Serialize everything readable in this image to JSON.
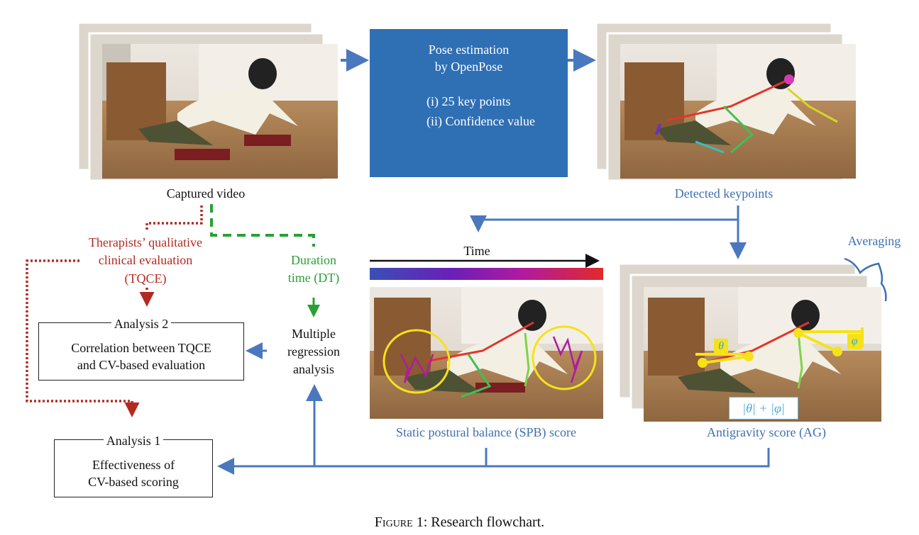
{
  "labels": {
    "captured_video": "Captured video",
    "detected_keypoints": "Detected keypoints",
    "tqce_line1": "Therapists’ qualitative",
    "tqce_line2": "clinical evaluation",
    "tqce_line3": "(TQCE)",
    "dt_line1": "Duration",
    "dt_line2": "time (DT)",
    "mra_line1": "Multiple",
    "mra_line2": "regression",
    "mra_line3": "analysis",
    "time": "Time",
    "averaging": "Averaging",
    "spb": "Static postural balance (SPB) score",
    "ag": "Antigravity score (AG)",
    "angle_sum": "|θ| + |φ|",
    "theta": "θ",
    "phi": "φ"
  },
  "pose_box": {
    "title_line1": "Pose estimation",
    "title_line2": "by OpenPose",
    "item1": "(i) 25 key points",
    "item2": "(ii) Confidence value"
  },
  "analysis2": {
    "title": "Analysis 2",
    "line1": "Correlation between TQCE",
    "line2": "and CV-based evaluation"
  },
  "analysis1": {
    "title": "Analysis 1",
    "line1": "Effectiveness of",
    "line2": "CV-based scoring"
  },
  "caption": {
    "prefix": "Figure 1",
    "text": ": Research flowchart."
  },
  "colors": {
    "flow_blue": "#4a78bf",
    "tqce_red": "#b22a22",
    "dt_green": "#2aa034",
    "openpose_box": "#2f6fb4"
  }
}
